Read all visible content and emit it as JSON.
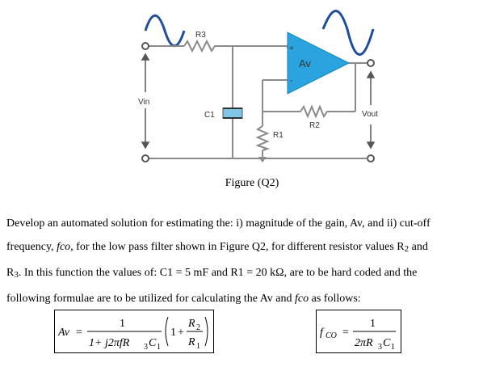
{
  "figure": {
    "labels": {
      "r3": "R3",
      "c1": "C1",
      "r1": "R1",
      "r2": "R2",
      "vin": "Vin",
      "vout": "Vout",
      "opamp": "Av",
      "plus": "+",
      "minus": "-"
    },
    "caption": "Figure (Q2)"
  },
  "text": {
    "p1": "Develop an automated solution for estimating the: i) magnitude of the gain, Av, and ii) cut-off",
    "p2a": "frequency, ",
    "p2b": "fco,",
    "p2c": " for the low pass filter shown in Figure Q2, for different resistor values R",
    "p2d": "2",
    "p2e": " and",
    "p3a": "R",
    "p3b": "3",
    "p3c": ".  In this function the values of: C1 = 5 mF and R1 = 20 kΩ, are to be hard coded and the",
    "p4a": "following formulae are to be utilized for calculating the Av and ",
    "p4b": "fco",
    "p4c": " as follows:"
  },
  "formula_av": {
    "lhs": "Av",
    "eq": "=",
    "num": "1",
    "den": "1+ j2πfR",
    "den_sub1": "3",
    "den_c": "C",
    "den_sub2": "1",
    "one": "1",
    "plus": "+",
    "r_num": "R",
    "r_num_sub": "2",
    "r_den": "R",
    "r_den_sub": "1"
  },
  "formula_fco": {
    "lhs": "f",
    "lhs_sub": "CO",
    "eq": "=",
    "num": "1",
    "den": "2πR",
    "den_sub1": "3",
    "den_c": "C",
    "den_sub2": "1"
  },
  "colors": {
    "wire": "#8a8a8a",
    "signal": "#1f4e9c",
    "opamp_fill": "#2aa3df",
    "cap_fill": "#7fc6e9"
  }
}
